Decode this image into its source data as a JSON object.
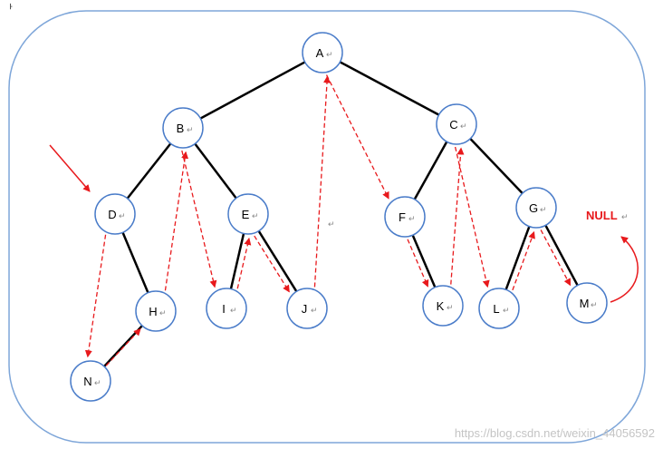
{
  "diagram": {
    "nodes": [
      {
        "id": "A",
        "label": "A"
      },
      {
        "id": "B",
        "label": "B"
      },
      {
        "id": "C",
        "label": "C"
      },
      {
        "id": "D",
        "label": "D"
      },
      {
        "id": "E",
        "label": "E"
      },
      {
        "id": "F",
        "label": "F"
      },
      {
        "id": "G",
        "label": "G"
      },
      {
        "id": "H",
        "label": "H"
      },
      {
        "id": "I",
        "label": "I"
      },
      {
        "id": "J",
        "label": "J"
      },
      {
        "id": "K",
        "label": "K"
      },
      {
        "id": "L",
        "label": "L"
      },
      {
        "id": "M",
        "label": "M"
      },
      {
        "id": "N",
        "label": "N"
      }
    ],
    "edges": [
      [
        "A",
        "B"
      ],
      [
        "A",
        "C"
      ],
      [
        "B",
        "D"
      ],
      [
        "B",
        "E"
      ],
      [
        "C",
        "F"
      ],
      [
        "C",
        "G"
      ],
      [
        "D",
        "H"
      ],
      [
        "H",
        "N"
      ],
      [
        "E",
        "I"
      ],
      [
        "E",
        "J"
      ],
      [
        "F",
        "K"
      ],
      [
        "G",
        "L"
      ],
      [
        "G",
        "M"
      ]
    ],
    "thread_arrows": [
      [
        "D",
        "N"
      ],
      [
        "N",
        "H"
      ],
      [
        "H",
        "B"
      ],
      [
        "B",
        "I"
      ],
      [
        "I",
        "E"
      ],
      [
        "E",
        "J"
      ],
      [
        "J",
        "A"
      ],
      [
        "A",
        "F"
      ],
      [
        "F",
        "K"
      ],
      [
        "K",
        "C"
      ],
      [
        "C",
        "L"
      ],
      [
        "L",
        "G"
      ],
      [
        "G",
        "M"
      ]
    ],
    "null_label": "NULL",
    "paragraph_mark": "↵",
    "cursor_mark": "ᅡ",
    "watermark": "https://blog.csdn.net/weixin_44056592",
    "colors": {
      "node_stroke": "#4a7cc9",
      "container_stroke": "#7ea6d9",
      "edge": "#000000",
      "arrow": "#e8191c"
    }
  }
}
